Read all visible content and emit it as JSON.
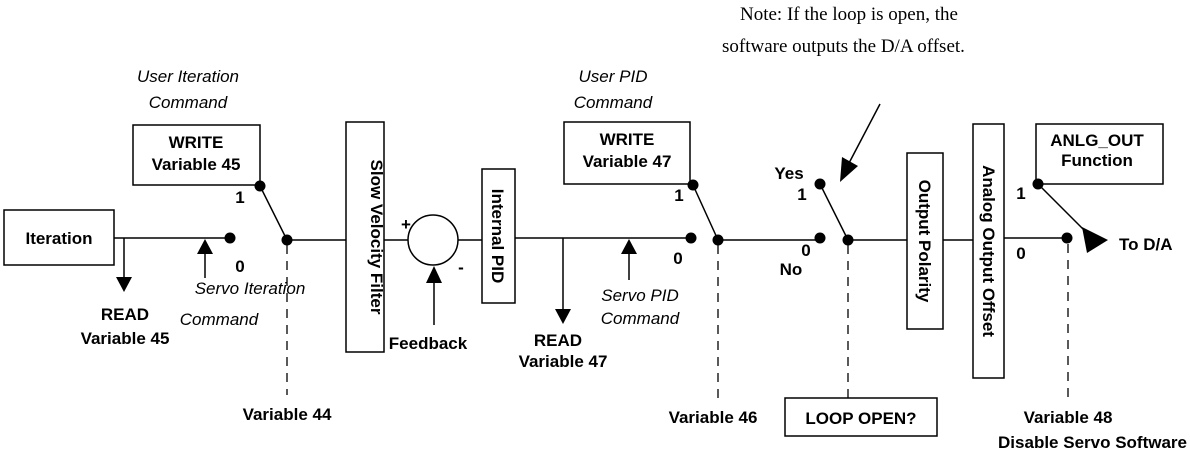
{
  "note": {
    "line1": "Note: If the loop is open, the",
    "line2": "software outputs the D/A offset."
  },
  "user_iteration_command": {
    "line1": "User Iteration",
    "line2": "Command"
  },
  "write_45": {
    "line1": "WRITE",
    "line2": "Variable 45"
  },
  "iteration": "Iteration",
  "read_45": {
    "line1": "READ",
    "line2": "Variable 45"
  },
  "servo_iteration_command": {
    "line1": "Servo Iteration",
    "line2": "Command"
  },
  "variable_44": "Variable 44",
  "slow_velocity_filter": "Slow Velocity Filter",
  "summing": {
    "plus": "+",
    "minus": "-"
  },
  "feedback": "Feedback",
  "internal_pid": "Internal PID",
  "read_47": {
    "line1": "READ",
    "line2": "Variable 47"
  },
  "servo_pid_command": {
    "line1": "Servo PID",
    "line2": "Command"
  },
  "user_pid_command": {
    "line1": "User PID",
    "line2": "Command"
  },
  "write_47": {
    "line1": "WRITE",
    "line2": "Variable 47"
  },
  "variable_46": "Variable 46",
  "yes": "Yes",
  "no": "No",
  "loop_open": "LOOP OPEN?",
  "output_polarity": "Output Polarity",
  "analog_output_offset": "Analog Output Offset",
  "anlg_out": {
    "line1": "ANLG_OUT",
    "line2": "Function"
  },
  "to_da": "To D/A",
  "variable_48": "Variable 48",
  "disable_servo_software": "Disable Servo Software",
  "switch_labels": {
    "one": "1",
    "zero": "0"
  }
}
